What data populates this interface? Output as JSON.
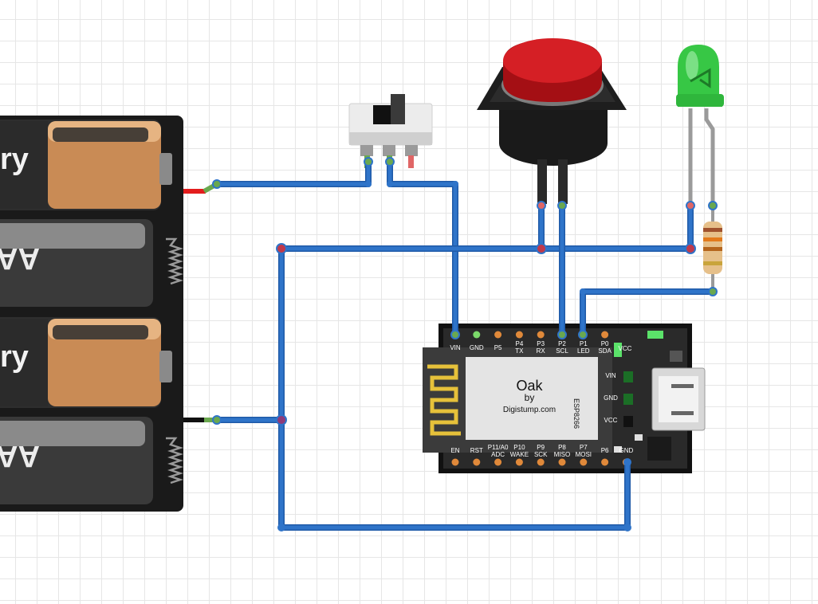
{
  "battery_pack": {
    "cells": [
      {
        "label_visible": "ry",
        "type": "copper"
      },
      {
        "label_visible": "AAA B",
        "type": "dark"
      },
      {
        "label_visible": "ry",
        "type": "copper"
      },
      {
        "label_visible": "AAA B",
        "type": "dark"
      }
    ]
  },
  "board": {
    "title": "Oak",
    "by": "by",
    "maker": "Digistump.com",
    "chip": "ESP8266",
    "top_pins": [
      {
        "top": "",
        "bottom": "VIN"
      },
      {
        "top": "",
        "bottom": "GND"
      },
      {
        "top": "",
        "bottom": "P5"
      },
      {
        "top": "P4",
        "bottom": "TX"
      },
      {
        "top": "P3",
        "bottom": "RX"
      },
      {
        "top": "P2",
        "bottom": "SCL"
      },
      {
        "top": "P1",
        "bottom": "LED"
      },
      {
        "top": "P0",
        "bottom": "SDA"
      }
    ],
    "bottom_pins": [
      {
        "top": "EN",
        "bottom": ""
      },
      {
        "top": "RST",
        "bottom": ""
      },
      {
        "top": "P11/A0",
        "bottom": "ADC"
      },
      {
        "top": "P10",
        "bottom": "WAKE"
      },
      {
        "top": "P9",
        "bottom": "SCK"
      },
      {
        "top": "P8",
        "bottom": "MISO"
      },
      {
        "top": "P7",
        "bottom": "MOSI"
      },
      {
        "top": "P6",
        "bottom": ""
      },
      {
        "top": "GND",
        "bottom": ""
      }
    ],
    "side_labels": [
      "VIN",
      "GND",
      "VCC"
    ],
    "vcc_label": "VCC"
  },
  "colors": {
    "wire": "#2f74c9",
    "wire_dark": "#1f5aa8",
    "button_cap": "#c4161c",
    "led": "#3fd14a",
    "board": "#2b2b2b"
  }
}
